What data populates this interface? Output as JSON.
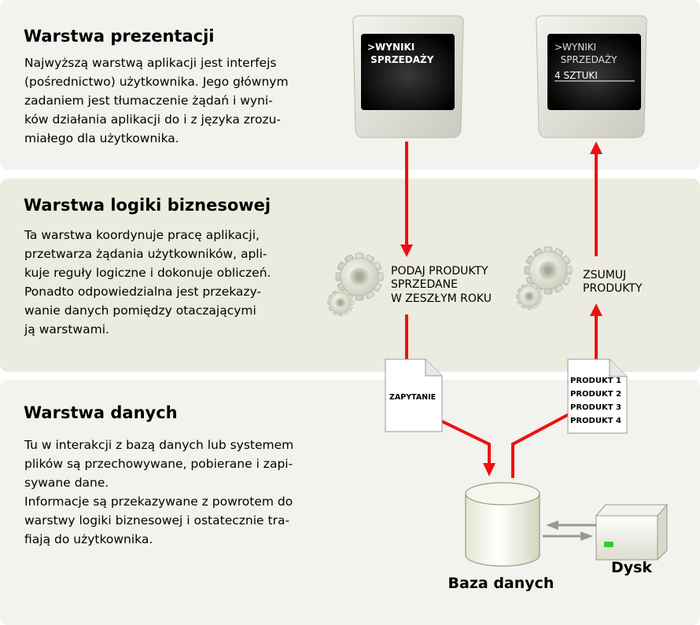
{
  "layers": [
    {
      "title": "Warstwa prezentacji",
      "lines": [
        "Najwyższą warstwą aplikacji jest interfejs",
        "(pośrednictwo) użytkownika. Jego głównym",
        "zadaniem jest tłumaczenie  żądań  i  wyni-",
        "ków działania aplikacji do i z języka zrozu-",
        "miałego dla użytkownika."
      ]
    },
    {
      "title": "Warstwa logiki biznesowej",
      "lines": [
        "Ta warstwa koordynuje pracę aplikacji,",
        "przetwarza żądania użytkowników, apli-",
        "kuje reguły logiczne i dokonuje obliczeń.",
        "Ponadto odpowiedzialna jest przekazy-",
        "wanie danych pomiędzy otaczającymi",
        "ją warstwami."
      ]
    },
    {
      "title": "Warstwa danych",
      "lines": [
        "Tu w interakcji z bazą danych lub systemem",
        "plików są przechowywane, pobierane i zapi-",
        "sywane dane.",
        "Informacje są przekazywane z powrotem do",
        "warstwy logiki biznesowej i ostatecznie tra-",
        "fiają do użytkownika."
      ]
    }
  ],
  "diagram": {
    "screen_left": {
      "lines": [
        ">WYNIKI",
        " SPRZEDAŻY"
      ]
    },
    "screen_right": {
      "lines": [
        ">WYNIKI",
        "  SPRZEDAŻY"
      ],
      "result": "4 SZTUKI"
    },
    "process_left": {
      "lines": [
        "PODAJ PRODUKTY",
        "SPRZEDANE",
        "W ZESZŁYM ROKU"
      ]
    },
    "process_right": {
      "lines": [
        "ZSUMUJ",
        "PRODUKTY"
      ]
    },
    "query_doc": {
      "label": "ZAPYTANIE"
    },
    "result_doc": {
      "lines": [
        "PRODUKT 1",
        "PRODUKT 2",
        "PRODUKT 3",
        "PRODUKT 4"
      ]
    },
    "database_label": "Baza danych",
    "disk_label": "Dysk"
  },
  "colors": {
    "arrow": "#ee1111",
    "band_light": "#f2f2ee",
    "band_dark": "#ebebe0",
    "screen": "#000000",
    "screen_text": "#ffffff",
    "disk_led": "#33cc33"
  }
}
